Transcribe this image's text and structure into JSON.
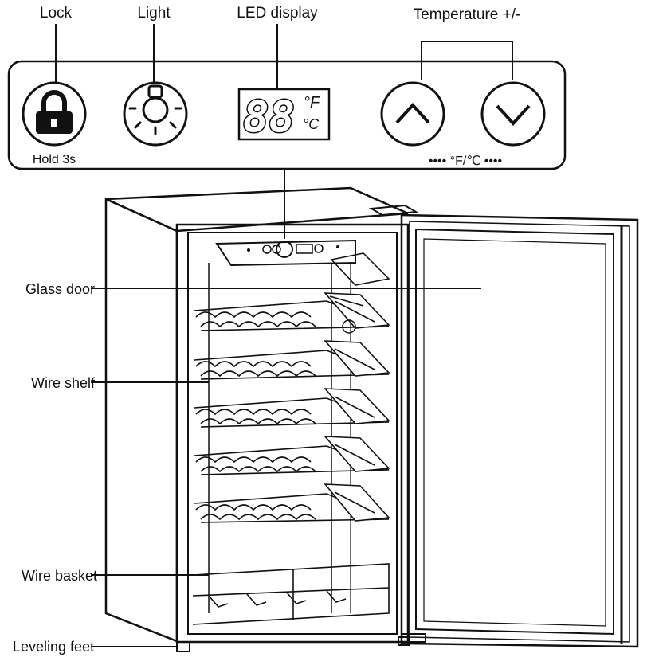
{
  "controls": {
    "lock": {
      "label": "Lock",
      "sublabel": "Hold 3s",
      "icon": "lock-icon"
    },
    "light": {
      "label": "Light",
      "icon": "light-bulb-icon"
    },
    "led": {
      "label": "LED display",
      "digits": "88",
      "unit_f": "°F",
      "unit_c": "°C"
    },
    "temperature": {
      "label": "Temperature +/-",
      "up_icon": "chevron-up-icon",
      "down_icon": "chevron-down-icon",
      "unit_toggle": "•••• °F/℃ ••••"
    }
  },
  "parts": {
    "glass_door": "Glass door",
    "wire_shelf": "Wire shelf",
    "wire_basket": "Wire basket",
    "leveling_feet": "Leveling feet"
  },
  "colors": {
    "line": "#111111",
    "background": "#ffffff"
  }
}
